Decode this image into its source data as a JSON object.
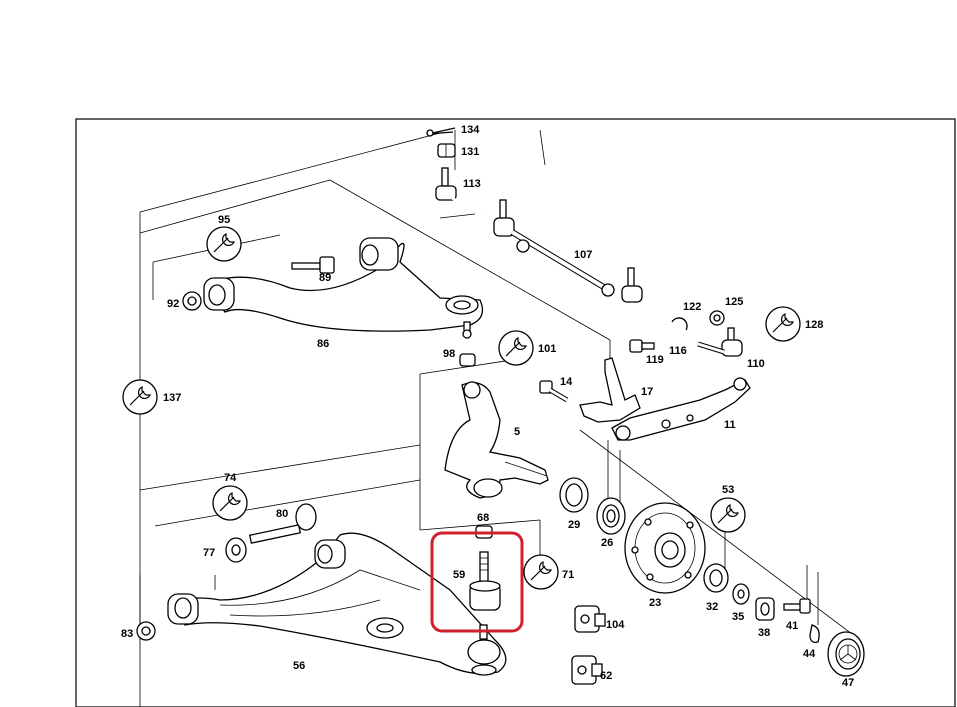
{
  "callouts": [
    "134",
    "131",
    "113",
    "107",
    "95",
    "89",
    "92",
    "86",
    "122",
    "125",
    "128",
    "98",
    "101",
    "14",
    "119",
    "116",
    "110",
    "17",
    "137",
    "5",
    "11",
    "74",
    "80",
    "68",
    "29",
    "26",
    "53",
    "77",
    "59",
    "71",
    "23",
    "32",
    "35",
    "38",
    "41",
    "104",
    "44",
    "83",
    "56",
    "62",
    "47"
  ],
  "highlight_color": "#d21f2d"
}
